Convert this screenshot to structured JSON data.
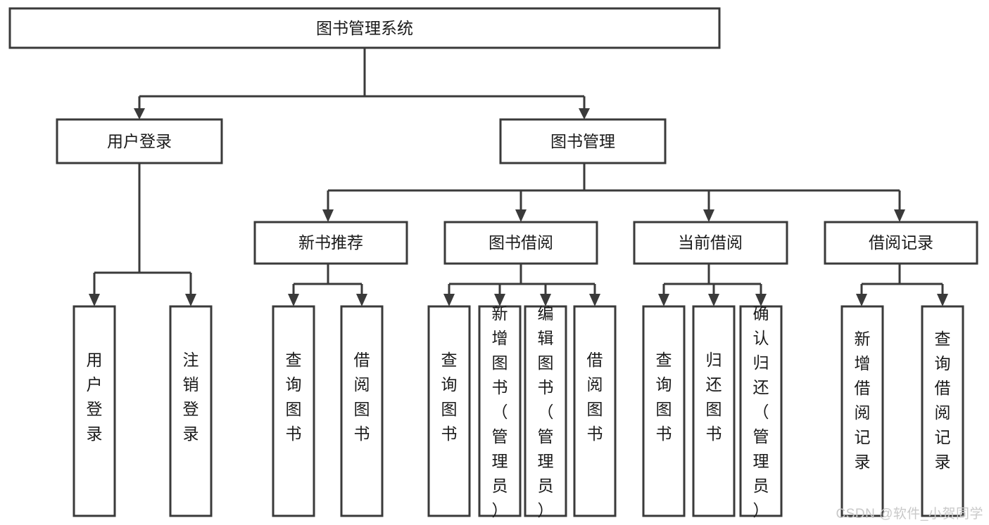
{
  "diagram": {
    "type": "tree",
    "title": "图书管理系统",
    "orientation": "top-down",
    "colors": {
      "box_fill": "#ffffff",
      "box_stroke": "#3a3a3a",
      "connector": "#3a3a3a",
      "text": "#1a1a1a",
      "background": "#ffffff",
      "watermark": "#c9c9c9"
    },
    "root": {
      "label": "图书管理系统",
      "orientation": "horizontal"
    },
    "level2": [
      {
        "id": "user-login",
        "label": "用户登录",
        "orientation": "horizontal"
      },
      {
        "id": "book-manage",
        "label": "图书管理",
        "orientation": "horizontal"
      }
    ],
    "level3": [
      {
        "id": "new-book-recommend",
        "label": "新书推荐",
        "orientation": "horizontal",
        "parent": "book-manage"
      },
      {
        "id": "book-borrow",
        "label": "图书借阅",
        "orientation": "horizontal",
        "parent": "book-manage"
      },
      {
        "id": "current-borrow",
        "label": "当前借阅",
        "orientation": "horizontal",
        "parent": "book-manage"
      },
      {
        "id": "borrow-record",
        "label": "借阅记录",
        "orientation": "horizontal",
        "parent": "book-manage"
      }
    ],
    "leaves": [
      {
        "id": "leaf-user-login",
        "label": "用户登录",
        "orientation": "vertical",
        "parent": "user-login"
      },
      {
        "id": "leaf-logout-login",
        "label": "注销登录",
        "orientation": "vertical",
        "parent": "user-login"
      },
      {
        "id": "leaf-query-book-1",
        "label": "查询图书",
        "orientation": "vertical",
        "parent": "new-book-recommend"
      },
      {
        "id": "leaf-borrow-book-1",
        "label": "借阅图书",
        "orientation": "vertical",
        "parent": "new-book-recommend"
      },
      {
        "id": "leaf-query-book-2",
        "label": "查询图书",
        "orientation": "vertical",
        "parent": "book-borrow"
      },
      {
        "id": "leaf-add-book",
        "label": "新增图书（管理员）",
        "orientation": "vertical",
        "parent": "book-borrow"
      },
      {
        "id": "leaf-edit-book",
        "label": "编辑图书（管理员）",
        "orientation": "vertical",
        "parent": "book-borrow"
      },
      {
        "id": "leaf-borrow-book-2",
        "label": "借阅图书",
        "orientation": "vertical",
        "parent": "book-borrow"
      },
      {
        "id": "leaf-query-book-3",
        "label": "查询图书",
        "orientation": "vertical",
        "parent": "current-borrow"
      },
      {
        "id": "leaf-return-book",
        "label": "归还图书",
        "orientation": "vertical",
        "parent": "current-borrow"
      },
      {
        "id": "leaf-confirm-return",
        "label": "确认归还（管理员）",
        "orientation": "vertical",
        "parent": "current-borrow"
      },
      {
        "id": "leaf-add-record",
        "label": "新增借阅记录",
        "orientation": "vertical",
        "parent": "borrow-record"
      },
      {
        "id": "leaf-query-record",
        "label": "查询借阅记录",
        "orientation": "vertical",
        "parent": "borrow-record"
      }
    ]
  },
  "watermark": {
    "text": "CSDN @软件_小贺同学"
  }
}
